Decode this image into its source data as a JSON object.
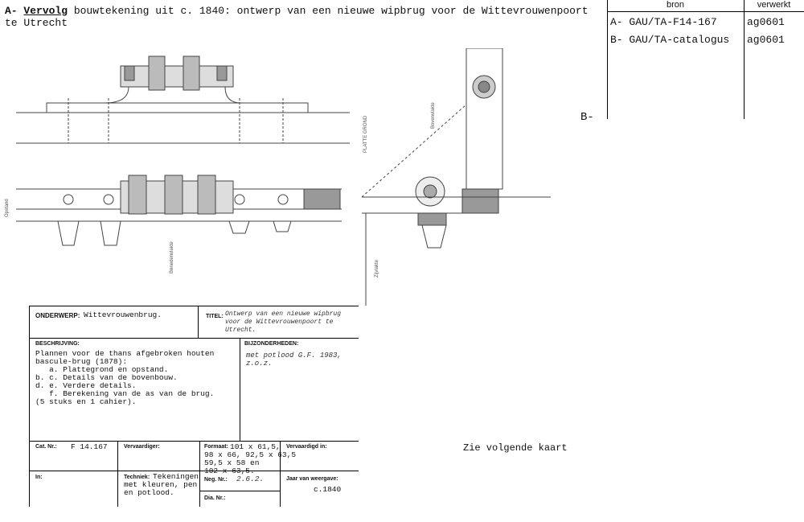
{
  "caption": {
    "prefix": "A-",
    "vervolg": "Vervolg",
    "rest": " bouwtekening uit c. 1840: ontwerp van een nieuwe wipbrug voor de Wittevrouwenpoort te Utrecht"
  },
  "side_label": "B-",
  "bron_table": {
    "headers": [
      "bron",
      "verwerkt"
    ],
    "rows": [
      {
        "bron": "A- GAU/TA-F14-167",
        "verwerkt": "ag0601"
      },
      {
        "bron": "B- GAU/TA-catalogus",
        "verwerkt": "ag0601"
      }
    ]
  },
  "drawing": {
    "labels": [
      "PLATTE GROND",
      "Bovenvlakte",
      "Benedenvlakte",
      "Opstand",
      "Zijvlakte"
    ]
  },
  "card": {
    "onderwerp_label": "ONDERWERP:",
    "onderwerp": "Wittevrouwenbrug.",
    "titel_label": "TITEL:",
    "titel": "Ontwerp van een nieuwe wipbrug voor de Wittevrouwenpoort te Utrecht.",
    "beschrijving_label": "BESCHRIJVING:",
    "beschrijving": "Plannen voor de thans afgebroken houten\nbascule-brug (1878):\n   a. Plattegrond en opstand.\nb. c. Details van de bovenbouw.\nd. e. Verdere details.\n   f. Berekening van de as van de brug.\n(5 stuks en 1 cahier).",
    "bijzonderheden_label": "BIJZONDERHEDEN:",
    "bijzonderheden": "met potlood G.F. 1983,\nz.o.z.",
    "cat_label": "Cat. Nr.:",
    "cat": "F 14.167",
    "vervaardiger_label": "Vervaardiger:",
    "formaat_label": "Formaat:",
    "formaat": "101 x 61,5,\n98 x 66, 92,5 x 63,5\n59,5 x 58 en\n102 x 63,5.",
    "vervaardigd_label": "Vervaardigd in:",
    "in_label": "In:",
    "techniek_label": "Techniek:",
    "techniek": "Tekeningen\nmet kleuren, pen\nen potlood.",
    "neg_label": "Neg. Nr.:",
    "neg": "2.6.2.",
    "dia_label": "Dia. Nr.:",
    "jaar_label": "Jaar van weergave:",
    "jaar": "c.1840"
  },
  "zie": "Zie volgende kaart"
}
